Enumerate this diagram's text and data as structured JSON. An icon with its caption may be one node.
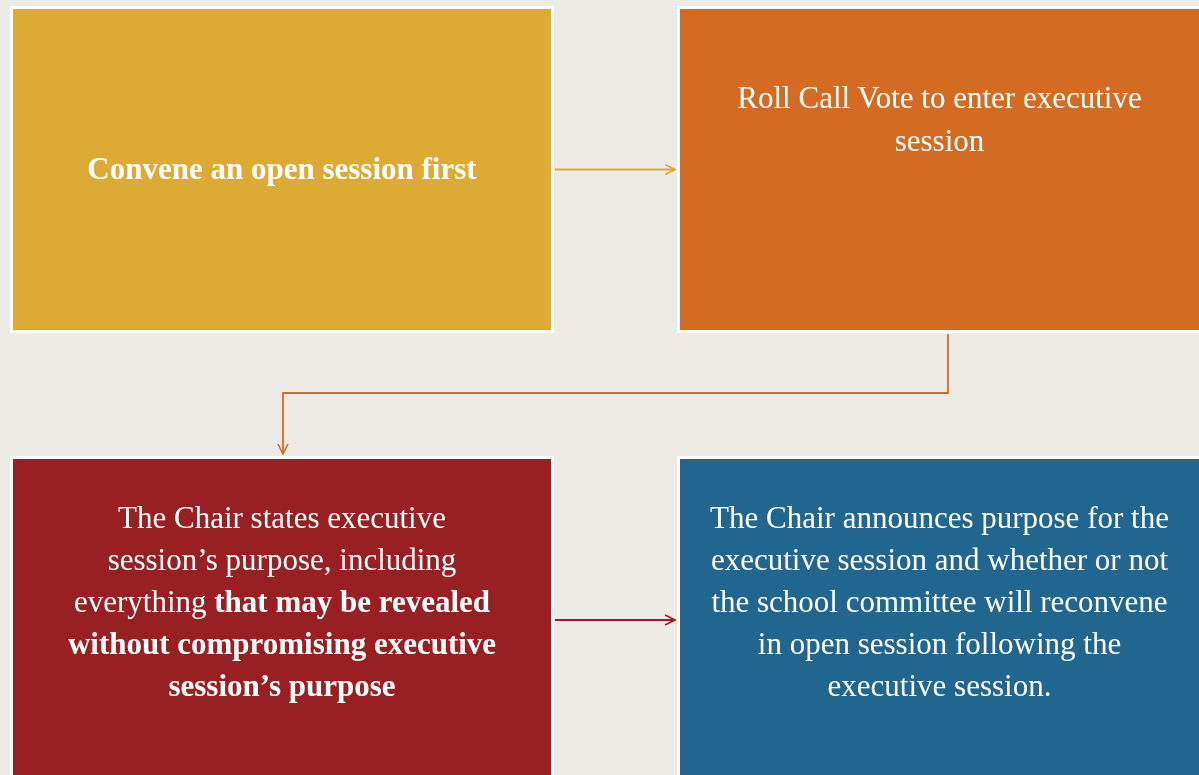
{
  "diagram": {
    "nodes": [
      {
        "text": [
          "Convene an open session first"
        ]
      },
      {
        "text": [
          "Roll Call Vote to enter executive session"
        ]
      },
      {
        "text": [
          "The Chair states executive session’s purpose, including everything **that may be revealed without compromising executive session’s purpose**"
        ]
      },
      {
        "text": [
          "The Chair announces purpose for the executive session and whether or not the school committee will reconvene in open session following the executive session."
        ]
      }
    ],
    "edges": [
      {
        "from": 0,
        "to": 1,
        "arrow": "to",
        "color": "#dcaa35"
      },
      {
        "from": 1,
        "to": 2,
        "arrow": "to",
        "color": "#d36c22"
      },
      {
        "from": 2,
        "to": 3,
        "arrow": "to",
        "color": "#982023"
      }
    ]
  }
}
